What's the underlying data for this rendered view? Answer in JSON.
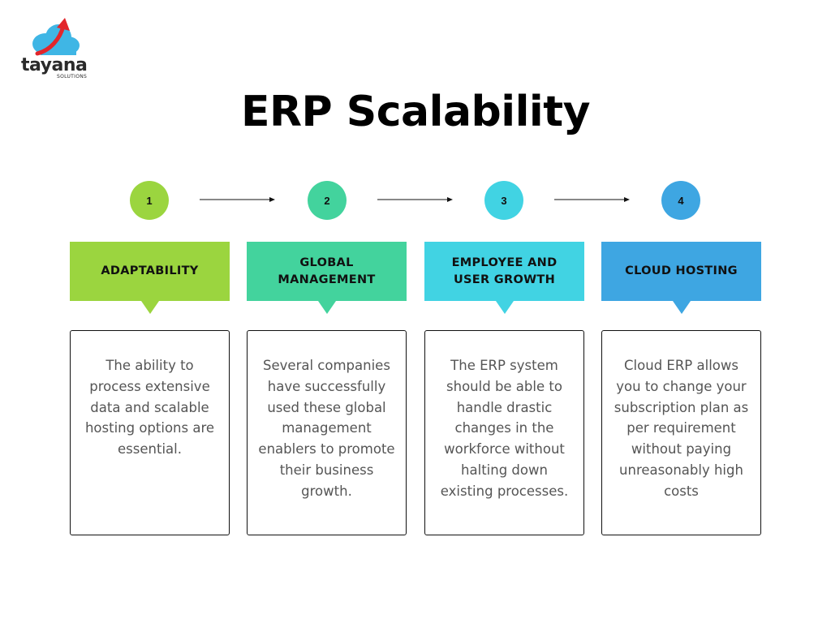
{
  "brand": {
    "name": "tayana",
    "sub": "SOLUTIONS"
  },
  "title": "ERP Scalability",
  "colors": {
    "step1": "#9bd53f",
    "step2": "#43d39d",
    "step3": "#41d3e3",
    "step4": "#3ea6e2",
    "cloud": "#3fb6e5",
    "arrow_red": "#e2262b"
  },
  "steps": [
    {
      "number": "1",
      "heading": "ADAPTABILITY",
      "description": "The ability to process extensive data and scalable hosting options are essential."
    },
    {
      "number": "2",
      "heading": "GLOBAL MANAGEMENT",
      "description": "Several companies have successfully used these global management enablers to promote their business growth."
    },
    {
      "number": "3",
      "heading": "EMPLOYEE AND USER GROWTH",
      "description": "The ERP system should be able to handle drastic changes in the workforce without halting down existing processes."
    },
    {
      "number": "4",
      "heading": "CLOUD HOSTING",
      "description": "Cloud ERP allows you to change your subscription plan as per requirement without paying unreasonably high costs"
    }
  ]
}
